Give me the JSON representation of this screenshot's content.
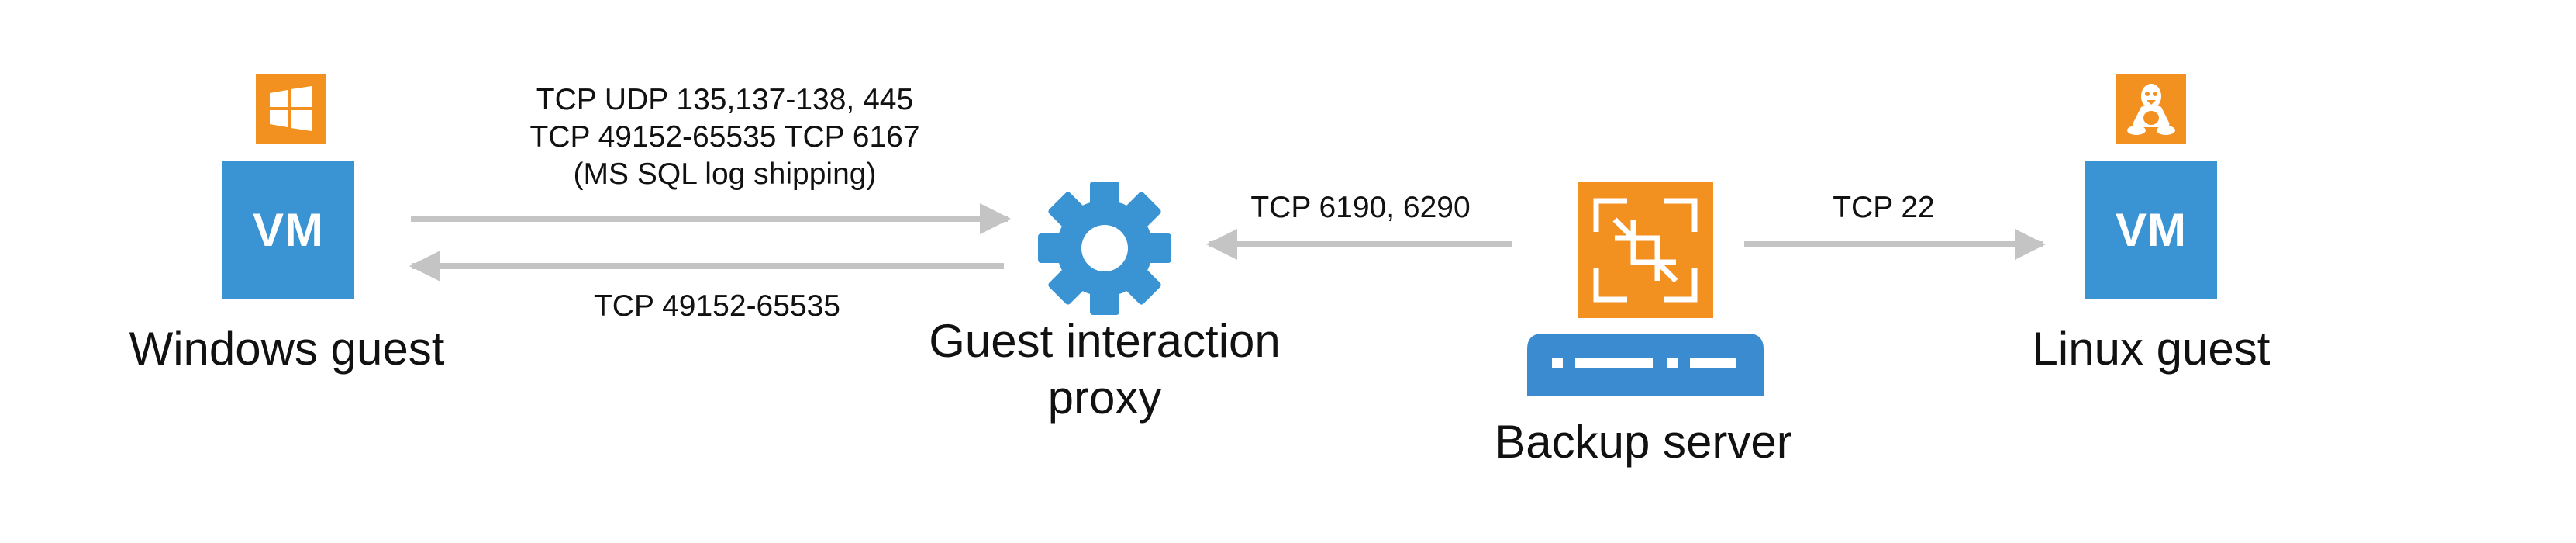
{
  "nodes": {
    "windows_guest": {
      "badge_icon": "windows-logo-icon",
      "box_text": "VM",
      "label": "Windows guest"
    },
    "proxy": {
      "icon": "gear-icon",
      "label_line1": "Guest interaction",
      "label_line2": "proxy"
    },
    "backup_server": {
      "icon": "backup-server-icon",
      "label": "Backup server"
    },
    "linux_guest": {
      "badge_icon": "linux-tux-icon",
      "box_text": "VM",
      "label": "Linux guest"
    }
  },
  "connections": {
    "win_to_proxy": {
      "line1": "TCP UDP 135,137-138, 445",
      "line2": "TCP 49152-65535 TCP 6167",
      "line3": "(MS SQL log shipping)"
    },
    "proxy_to_win": {
      "label": "TCP 49152-65535"
    },
    "backup_to_proxy": {
      "label": "TCP 6190, 6290"
    },
    "backup_to_linux": {
      "label": "TCP 22"
    }
  },
  "colors": {
    "vm_blue": "#3a93d3",
    "os_orange": "#f29120",
    "arrow_gray": "#c4c4c4",
    "server_blue": "#3a8bd0"
  }
}
